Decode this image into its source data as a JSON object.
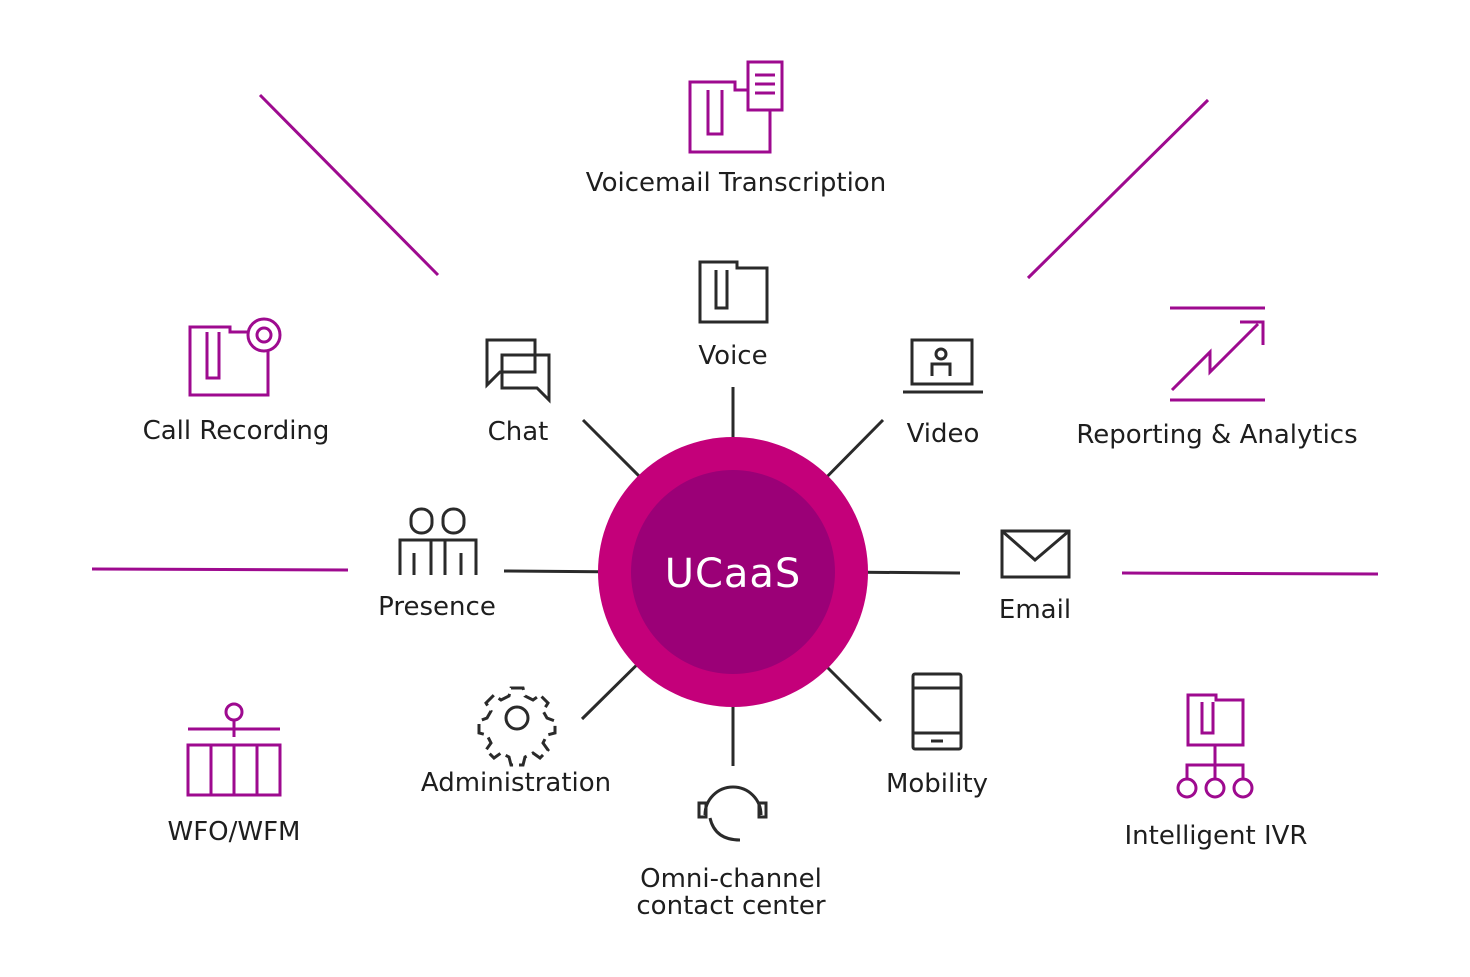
{
  "hub": {
    "label": "UCaaS",
    "outer_color": "#c4007a",
    "inner_color": "#9b0077"
  },
  "colors": {
    "accent": "#9e0a8f",
    "core": "#2a2a2a",
    "spoke": "#2a2a2a"
  },
  "core_services": [
    {
      "label": "Voice",
      "icon": "phone-icon"
    },
    {
      "label": "Video",
      "icon": "video-conference-icon"
    },
    {
      "label": "Email",
      "icon": "envelope-icon"
    },
    {
      "label": "Mobility",
      "icon": "mobile-phone-icon"
    },
    {
      "label": "Omni-channel\ncontact center",
      "icon": "headset-icon"
    },
    {
      "label": "Administration",
      "icon": "gear-icon"
    },
    {
      "label": "Presence",
      "icon": "people-icon"
    },
    {
      "label": "Chat",
      "icon": "chat-bubbles-icon"
    }
  ],
  "extended_services": [
    {
      "label": "Voicemail Transcription",
      "icon": "voicemail-transcription-icon"
    },
    {
      "label": "Reporting & Analytics",
      "icon": "trend-arrow-icon"
    },
    {
      "label": "Intelligent IVR",
      "icon": "ivr-tree-icon"
    },
    {
      "label": "WFO/WFM",
      "icon": "schedule-grid-icon"
    },
    {
      "label": "Call Recording",
      "icon": "call-recording-icon"
    }
  ]
}
